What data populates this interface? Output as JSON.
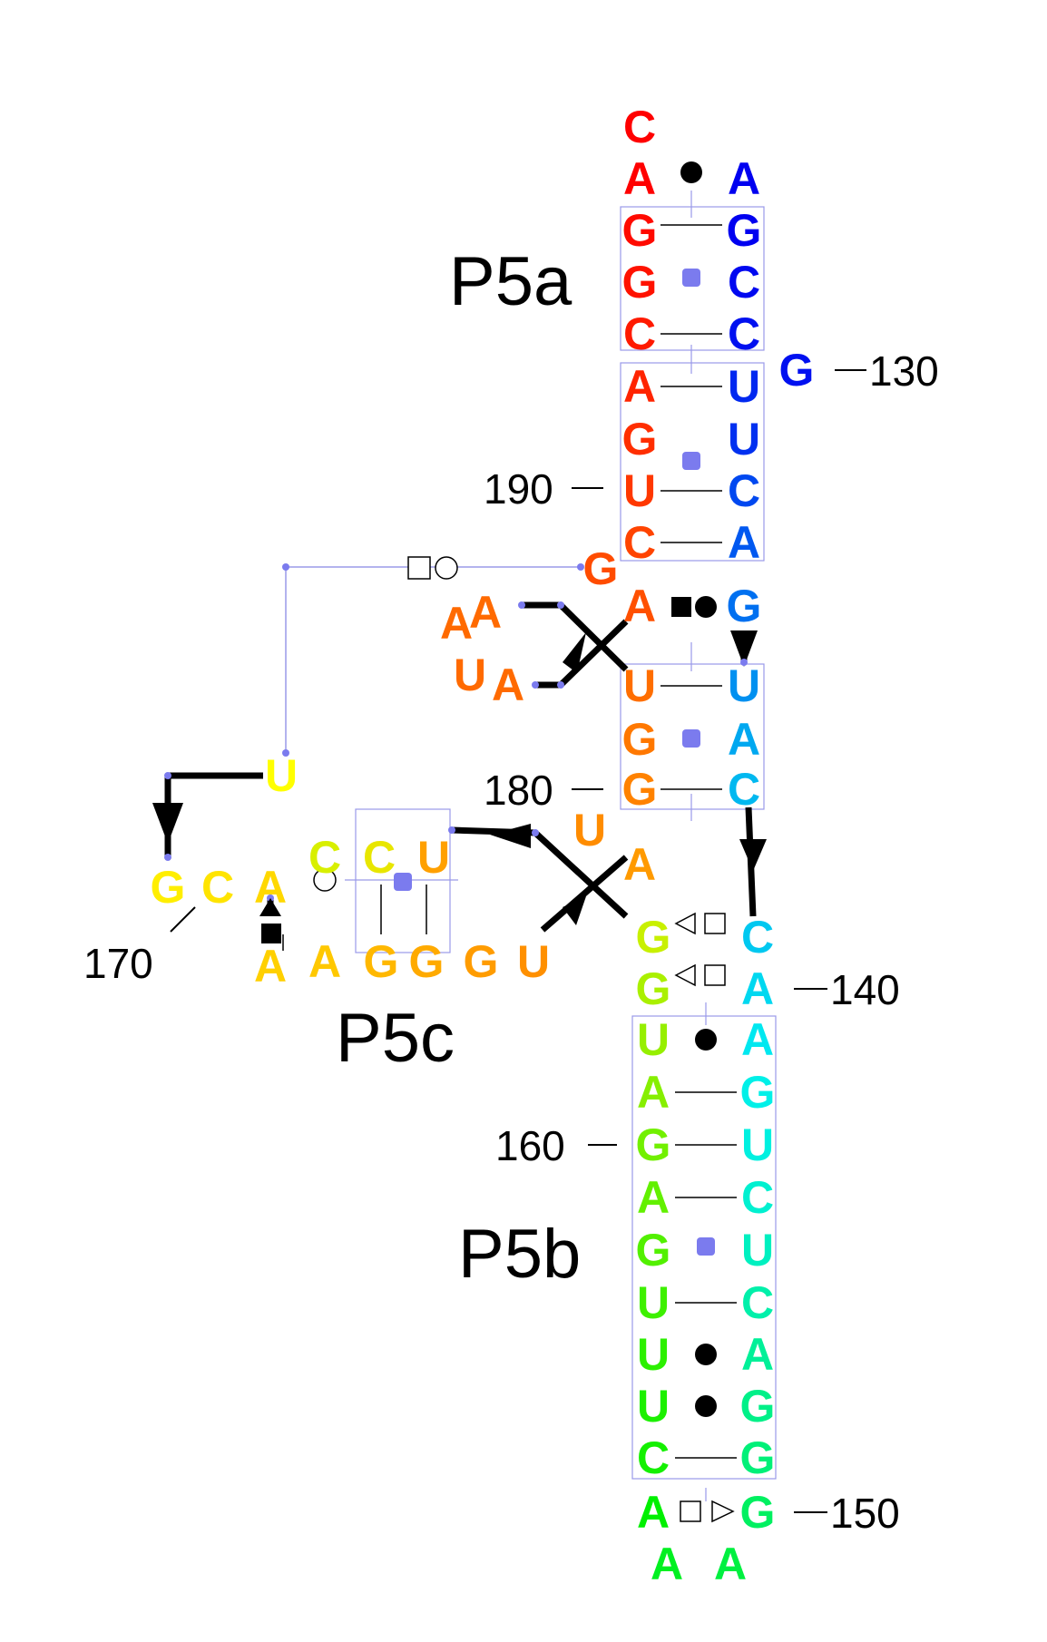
{
  "diagram": {
    "helix_labels": [
      "P5a",
      "P5b",
      "P5c"
    ],
    "position_numbers": [
      "130",
      "140",
      "150",
      "160",
      "170",
      "180",
      "190"
    ],
    "nucleotides": [
      {
        "b": "C",
        "c": "#ff0000"
      },
      {
        "b": "A",
        "c": "#ff0000"
      },
      {
        "b": "G",
        "c": "#ff0a00"
      },
      {
        "b": "G",
        "c": "#ff1200"
      },
      {
        "b": "C",
        "c": "#ff1a00"
      },
      {
        "b": "A",
        "c": "#ff2400"
      },
      {
        "b": "G",
        "c": "#ff2e00"
      },
      {
        "b": "U",
        "c": "#ff3800"
      },
      {
        "b": "C",
        "c": "#ff4400"
      },
      {
        "b": "G",
        "c": "#ff4c00"
      },
      {
        "b": "A",
        "c": "#ff5000"
      },
      {
        "b": "A",
        "c": "#ff6a00"
      },
      {
        "b": "A",
        "c": "#ff6a00"
      },
      {
        "b": "U",
        "c": "#ff6a00"
      },
      {
        "b": "A",
        "c": "#ff6a00"
      },
      {
        "b": "U",
        "c": "#ff6e00"
      },
      {
        "b": "G",
        "c": "#ff7800"
      },
      {
        "b": "G",
        "c": "#ff8200"
      },
      {
        "b": "U",
        "c": "#ff8c00"
      },
      {
        "b": "A",
        "c": "#ff9a00"
      },
      {
        "b": "U",
        "c": "#ffa000"
      },
      {
        "b": "C",
        "c": "#e8e600"
      },
      {
        "b": "C",
        "c": "#d8ef00"
      },
      {
        "b": "U",
        "c": "#ffff00"
      },
      {
        "b": "G",
        "c": "#ffee00"
      },
      {
        "b": "C",
        "c": "#ffe400"
      },
      {
        "b": "A",
        "c": "#ffd800"
      },
      {
        "b": "A",
        "c": "#ffd000"
      },
      {
        "b": "A",
        "c": "#ffc800"
      },
      {
        "b": "G",
        "c": "#ffb800"
      },
      {
        "b": "G",
        "c": "#ffaa00"
      },
      {
        "b": "G",
        "c": "#ff9c00"
      },
      {
        "b": "U",
        "c": "#ff9000"
      },
      {
        "b": "G",
        "c": "#c8f000"
      },
      {
        "b": "G",
        "c": "#aaf000"
      },
      {
        "b": "U",
        "c": "#96ef00"
      },
      {
        "b": "A",
        "c": "#86ef00"
      },
      {
        "b": "G",
        "c": "#72f000"
      },
      {
        "b": "A",
        "c": "#62f000"
      },
      {
        "b": "G",
        "c": "#52f000"
      },
      {
        "b": "U",
        "c": "#3ef000"
      },
      {
        "b": "U",
        "c": "#2cf000"
      },
      {
        "b": "U",
        "c": "#1cf000"
      },
      {
        "b": "C",
        "c": "#14f000"
      },
      {
        "b": "A",
        "c": "#00f000"
      },
      {
        "b": "A",
        "c": "#00f020"
      },
      {
        "b": "A",
        "c": "#00f040"
      },
      {
        "b": "G",
        "c": "#00f060"
      },
      {
        "b": "G",
        "c": "#00f078"
      },
      {
        "b": "G",
        "c": "#00f088"
      },
      {
        "b": "A",
        "c": "#00f098"
      },
      {
        "b": "C",
        "c": "#00f0aa"
      },
      {
        "b": "U",
        "c": "#00f0c0"
      },
      {
        "b": "C",
        "c": "#00f0d0"
      },
      {
        "b": "U",
        "c": "#00f0e0"
      },
      {
        "b": "G",
        "c": "#00f0e8"
      },
      {
        "b": "A",
        "c": "#00e8f0"
      },
      {
        "b": "A",
        "c": "#00d8f0"
      },
      {
        "b": "C",
        "c": "#00c8f0"
      },
      {
        "b": "C",
        "c": "#00b8f0"
      },
      {
        "b": "A",
        "c": "#00a8f0"
      },
      {
        "b": "U",
        "c": "#0090f0"
      },
      {
        "b": "G",
        "c": "#0070f0"
      },
      {
        "b": "A",
        "c": "#0058f0"
      },
      {
        "b": "C",
        "c": "#0048f0"
      },
      {
        "b": "U",
        "c": "#0030f0"
      },
      {
        "b": "U",
        "c": "#0028f0"
      },
      {
        "b": "G",
        "c": "#0010f0"
      },
      {
        "b": "C",
        "c": "#0010f0"
      },
      {
        "b": "C",
        "c": "#0008f0"
      },
      {
        "b": "G",
        "c": "#0000f0"
      },
      {
        "b": "A",
        "c": "#0000f0"
      }
    ]
  }
}
